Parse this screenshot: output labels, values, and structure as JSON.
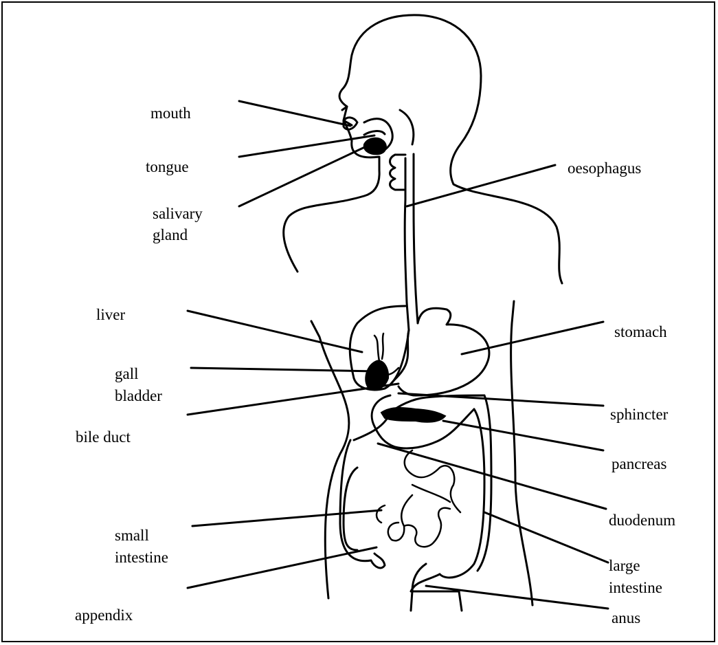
{
  "labels": {
    "mouth": "mouth",
    "tongue": "tongue",
    "salivary_gland_1": "salivary",
    "salivary_gland_2": "gland",
    "oesophagus": "oesophagus",
    "liver": "liver",
    "stomach": "stomach",
    "gall_bladder_1": "gall",
    "gall_bladder_2": "bladder",
    "bile_duct": "bile duct",
    "sphincter": "sphincter",
    "pancreas": "pancreas",
    "duodenum": "duodenum",
    "small_intestine_1": "small",
    "small_intestine_2": "intestine",
    "large_intestine_1": "large",
    "large_intestine_2": "intestine",
    "appendix": "appendix",
    "anus": "anus"
  },
  "colors": {
    "ink": "#000000",
    "background": "#ffffff"
  }
}
